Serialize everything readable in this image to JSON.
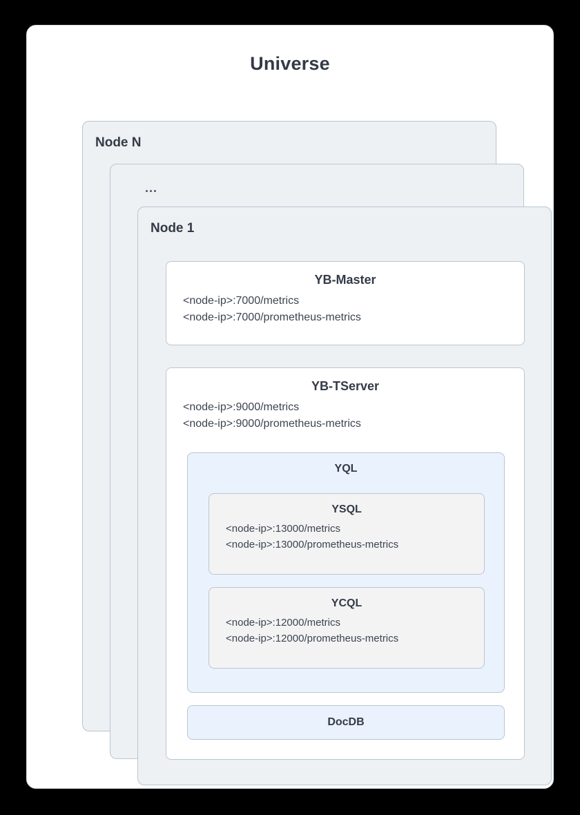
{
  "diagram": {
    "title": "Universe",
    "nodes": [
      {
        "label": "Node N"
      },
      {
        "label": "..."
      },
      {
        "label": "Node 1"
      }
    ],
    "node1": {
      "master": {
        "title": "YB-Master",
        "endpoints": [
          "<node-ip>:7000/metrics",
          "<node-ip>:7000/prometheus-metrics"
        ]
      },
      "tserver": {
        "title": "YB-TServer",
        "endpoints": [
          "<node-ip>:9000/metrics",
          "<node-ip>:9000/prometheus-metrics"
        ],
        "yql": {
          "title": "YQL",
          "ysql": {
            "title": "YSQL",
            "endpoints": [
              "<node-ip>:13000/metrics",
              "<node-ip>:13000/prometheus-metrics"
            ]
          },
          "ycql": {
            "title": "YCQL",
            "endpoints": [
              "<node-ip>:12000/metrics",
              "<node-ip>:12000/prometheus-metrics"
            ]
          }
        },
        "docdb": {
          "title": "DocDB"
        }
      }
    }
  },
  "colors": {
    "page_background": "#000000",
    "card_background": "#ffffff",
    "node_panel_background": "#edf1f4",
    "panel_border": "#b9c6d1",
    "yql_background": "#eaf2fd",
    "api_background": "#f3f3f4",
    "docdb_background": "#eaf2fd",
    "text": "#343a46"
  }
}
